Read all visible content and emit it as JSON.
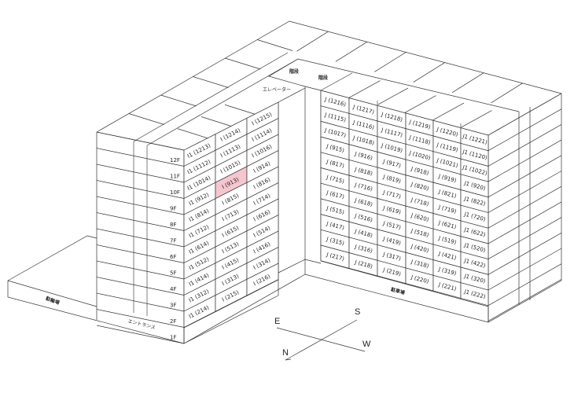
{
  "highlight_color": "#f6c6cf",
  "highlighted_unit": "I (913)",
  "floors": [
    "12F",
    "11F",
    "10F",
    "9F",
    "8F",
    "7F",
    "6F",
    "5F",
    "4F",
    "3F",
    "2F",
    "1F"
  ],
  "left_block": {
    "columns": [
      [
        "I1 (1213)",
        "I1 (1112)",
        "I1 (1014)",
        "I1 (912)",
        "I1 (814)",
        "I1 (712)",
        "I1 (614)",
        "I1 (512)",
        "I1 (414)",
        "I1 (312)",
        "I1 (214)"
      ],
      [
        "I (1214)",
        "I (1113)",
        "I (1015)",
        "I (913)",
        "I (815)",
        "I (713)",
        "I (615)",
        "I (513)",
        "I (415)",
        "I (313)",
        "I (215)"
      ],
      [
        "I (1215)",
        "I (1114)",
        "I (1016)",
        "I (914)",
        "I (816)",
        "I (714)",
        "I (616)",
        "I (514)",
        "I (416)",
        "I (314)",
        "I (216)"
      ]
    ]
  },
  "right_block": {
    "columns": [
      [
        "J (1216)",
        "J (1115)",
        "J (1017)",
        "J (915)",
        "J (817)",
        "J (715)",
        "J (617)",
        "J (515)",
        "J (417)",
        "J (315)",
        "J (217)"
      ],
      [
        "J (1217)",
        "J (1116)",
        "J (1018)",
        "J (916)",
        "J (818)",
        "J (716)",
        "J (618)",
        "J (516)",
        "J (418)",
        "J (316)",
        "J (218)"
      ],
      [
        "J (1218)",
        "J (1117)",
        "J (1019)",
        "J (917)",
        "J (819)",
        "J (717)",
        "J (619)",
        "J (517)",
        "J (419)",
        "J (317)",
        "J (219)"
      ],
      [
        "J (1219)",
        "J (1118)",
        "J (1020)",
        "J (918)",
        "J (820)",
        "J (718)",
        "J (620)",
        "J (518)",
        "J (420)",
        "J (318)",
        "J (220)"
      ],
      [
        "J (1220)",
        "J (1119)",
        "J (1021)",
        "J (919)",
        "J (821)",
        "J (719)",
        "J (621)",
        "J (519)",
        "J (421)",
        "J (319)",
        "J (221)"
      ],
      [
        "J1 (1221)",
        "J1 (1120)",
        "J1 (1022)",
        "J1 (920)",
        "J1 (822)",
        "J1 (720)",
        "J1 (622)",
        "J1 (520)",
        "J1 (422)",
        "J1 (320)",
        "J1 (222)"
      ]
    ]
  },
  "labels": {
    "stairs_1": "階段",
    "stairs_2": "階段",
    "elevator": "エレベーター",
    "bicycle_parking": "駐輪場",
    "entrance": "エントランス",
    "parking": "駐車場"
  },
  "compass": {
    "east": "E",
    "south": "S",
    "west": "W",
    "north": "N"
  }
}
